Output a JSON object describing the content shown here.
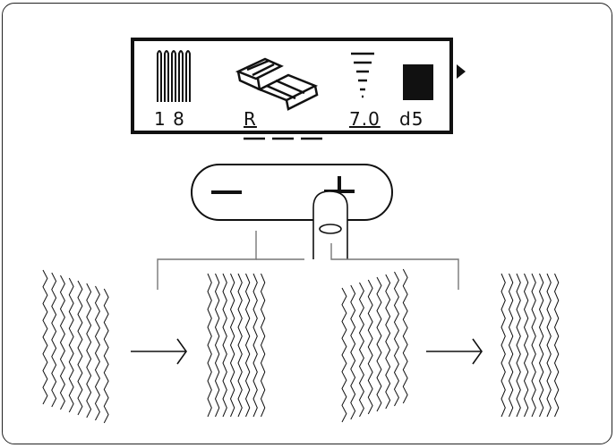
{
  "lcd": {
    "stitch_number": "1 8",
    "mode_label": "R",
    "stitch_length": "7.0",
    "stitch_width": "d5"
  },
  "icons": {
    "stitch_pattern": "straight-stitch-pattern-icon",
    "presser_foot": "presser-foot-icon",
    "length_indicator": "stitch-length-icon",
    "width_indicator": "stitch-width-block-icon",
    "next": "right-triangle-arrow-icon",
    "finger": "finger-press-icon"
  },
  "adjust_key": {
    "minus_label": "−",
    "plus_label": "+"
  },
  "examples": [
    {
      "state": "slanted-left-before"
    },
    {
      "state": "straight-after"
    },
    {
      "state": "slanted-right-before"
    },
    {
      "state": "straight-after"
    }
  ]
}
